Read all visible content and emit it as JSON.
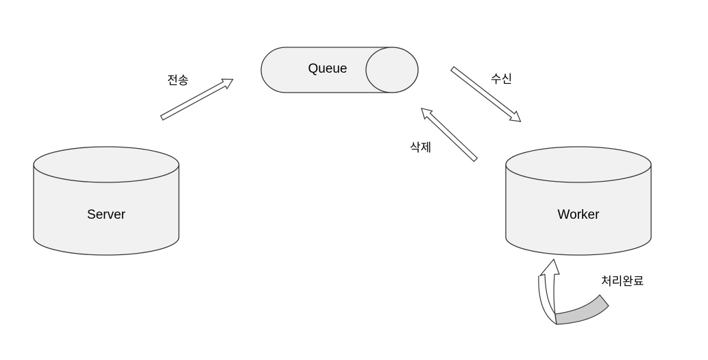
{
  "diagram": {
    "colors": {
      "shape_fill": "#f1f1f1",
      "shape_stroke": "#333333",
      "arrow_fill": "#ffffff",
      "curved_arrow_tail": "#cccccc"
    },
    "nodes": {
      "queue": {
        "label": "Queue",
        "shape": "horizontal-cylinder"
      },
      "server": {
        "label": "Server",
        "shape": "cylinder"
      },
      "worker": {
        "label": "Worker",
        "shape": "cylinder"
      }
    },
    "edges": {
      "send": {
        "label": "전송",
        "from": "server",
        "to": "queue"
      },
      "receive": {
        "label": "수신",
        "from": "queue",
        "to": "worker"
      },
      "delete": {
        "label": "삭제",
        "from": "worker",
        "to": "queue"
      },
      "done": {
        "label": "처리완료",
        "from": "worker",
        "to": "worker"
      }
    }
  }
}
